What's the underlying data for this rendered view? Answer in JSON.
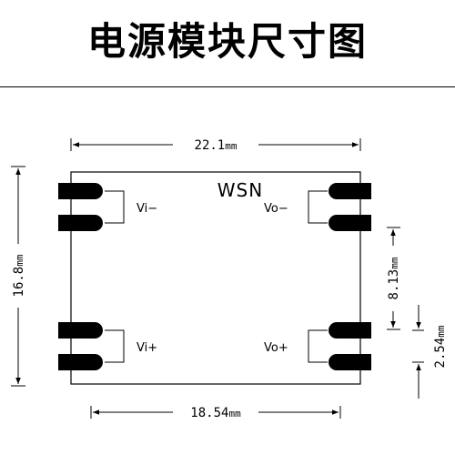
{
  "title": "电源模块尺寸图",
  "module": {
    "brand": "WSN",
    "pins": {
      "vi_minus": "Vi−",
      "vi_plus": "Vi+",
      "vo_minus": "Vo−",
      "vo_plus": "Vo+"
    }
  },
  "dimensions": {
    "width_top": {
      "value": "22.1",
      "unit": "mm"
    },
    "width_bottom": {
      "value": "18.54",
      "unit": "mm"
    },
    "height_left": {
      "value": "16.8",
      "unit": "mm"
    },
    "pin_span_right": {
      "value": "8.13",
      "unit": "mm"
    },
    "pin_pitch_right": {
      "value": "2.54",
      "unit": "mm"
    }
  }
}
